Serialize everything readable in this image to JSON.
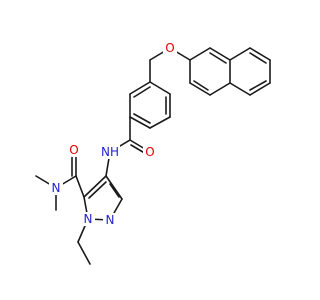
{
  "diagram": {
    "colors": {
      "bond": "#1a1a1a",
      "oxygen": "#e00000",
      "nitrogen": "#1f1fd1",
      "carbon": "#1a1a1a"
    },
    "labels": {
      "ether_o": "O",
      "amide_o_top": "O",
      "amide_o_bottom": "O",
      "amide_nh": "NH",
      "pyrazole_n1": "N",
      "pyrazole_n2": "N",
      "dimethyl_n": "N"
    }
  }
}
